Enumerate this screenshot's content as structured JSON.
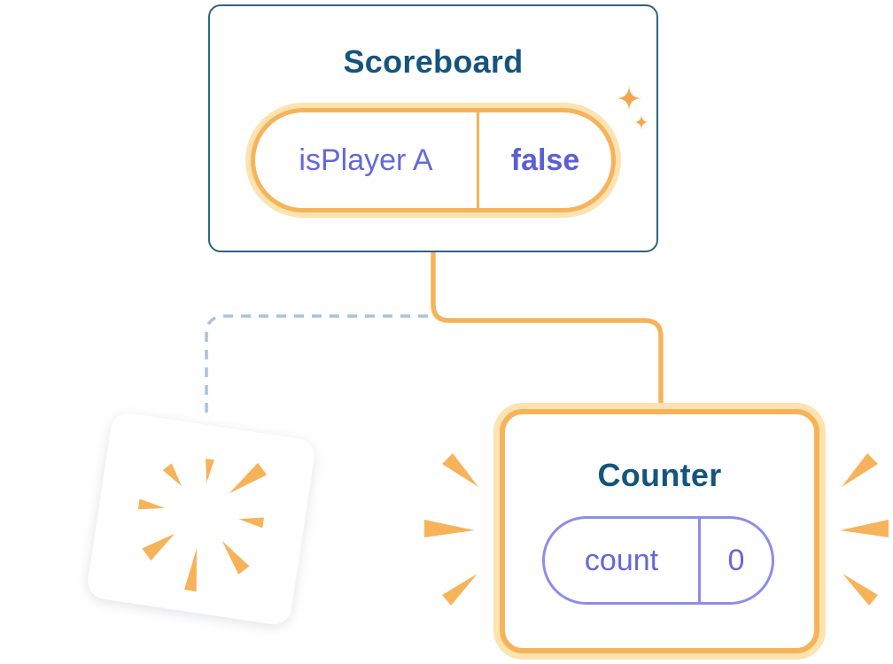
{
  "diagram": {
    "scoreboard": {
      "title": "Scoreboard",
      "state_label": "isPlayer A",
      "state_value": "false"
    },
    "counter": {
      "title": "Counter",
      "state_label": "count",
      "state_value": "0"
    }
  },
  "icons": {
    "sparkle": "sparkle-icon",
    "poof": "poof-burst-icon",
    "emphasis_left": "emphasis-rays-left-icon",
    "emphasis_right": "emphasis-rays-right-icon"
  },
  "colors": {
    "background": "#FFFFFF",
    "title_blue": "#14557E",
    "card_border_blue": "#2E6384",
    "orange": "#F6B35A",
    "orange_glow": "#FCE3B0",
    "state_purple": "#6468DB",
    "state_value_purple": "#5B5FD6",
    "pill_border_purple": "#8D8DE8",
    "dashed_connector_blue": "#A8C4DB",
    "spark_orange": "#F5A54E"
  }
}
